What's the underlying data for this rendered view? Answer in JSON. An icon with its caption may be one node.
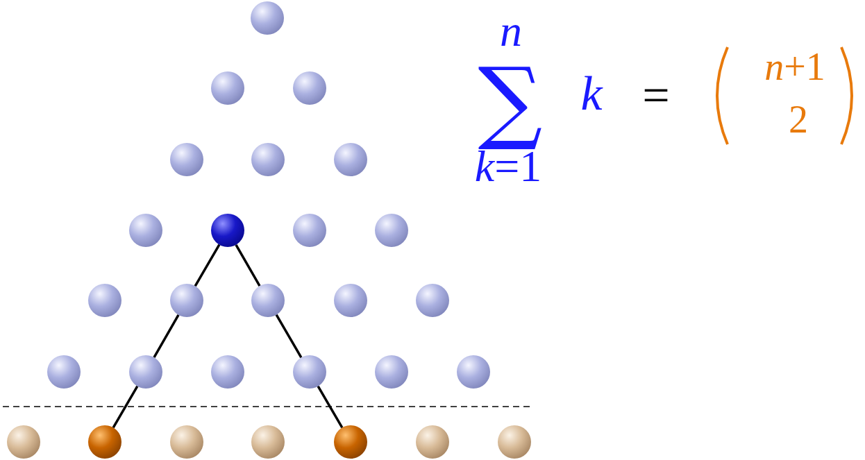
{
  "diagram": {
    "nodes": [
      {
        "text": [],
        "shape": "circle"
      },
      {
        "text": [],
        "shape": "circle"
      },
      {
        "text": [],
        "shape": "circle"
      },
      {
        "text": [],
        "shape": "circle"
      },
      {
        "text": [],
        "shape": "circle"
      },
      {
        "text": [],
        "shape": "circle"
      },
      {
        "text": [],
        "shape": "circle"
      },
      {
        "text": [],
        "shape": "circle"
      },
      {
        "text": [],
        "shape": "circle"
      },
      {
        "text": [],
        "shape": "circle"
      },
      {
        "text": [],
        "shape": "circle"
      },
      {
        "text": [],
        "shape": "circle"
      },
      {
        "text": [],
        "shape": "circle"
      },
      {
        "text": [],
        "shape": "circle"
      },
      {
        "text": [],
        "shape": "circle"
      },
      {
        "text": [],
        "shape": "circle"
      },
      {
        "text": [],
        "shape": "circle"
      },
      {
        "text": [],
        "shape": "circle"
      },
      {
        "text": [],
        "shape": "circle"
      },
      {
        "text": [],
        "shape": "circle"
      },
      {
        "text": [],
        "shape": "circle"
      },
      {
        "text": [],
        "shape": "circle"
      },
      {
        "text": [],
        "shape": "circle"
      },
      {
        "text": [],
        "shape": "circle"
      },
      {
        "text": [],
        "shape": "circle"
      },
      {
        "text": [],
        "shape": "circle"
      },
      {
        "text": [],
        "shape": "circle"
      },
      {
        "text": [],
        "shape": "circle"
      }
    ],
    "edges": [
      {
        "from": 7,
        "to": 11,
        "arrow": "none"
      },
      {
        "from": 11,
        "to": 16,
        "arrow": "none"
      },
      {
        "from": 16,
        "to": 22,
        "arrow": "none"
      },
      {
        "from": 7,
        "to": 12,
        "arrow": "none"
      },
      {
        "from": 12,
        "to": 18,
        "arrow": "none"
      },
      {
        "from": 18,
        "to": 25,
        "arrow": "none"
      }
    ],
    "labels": [
      "n",
      "∑",
      "k",
      "=",
      "*n*+1",
      "2",
      "*k*=1"
    ]
  }
}
